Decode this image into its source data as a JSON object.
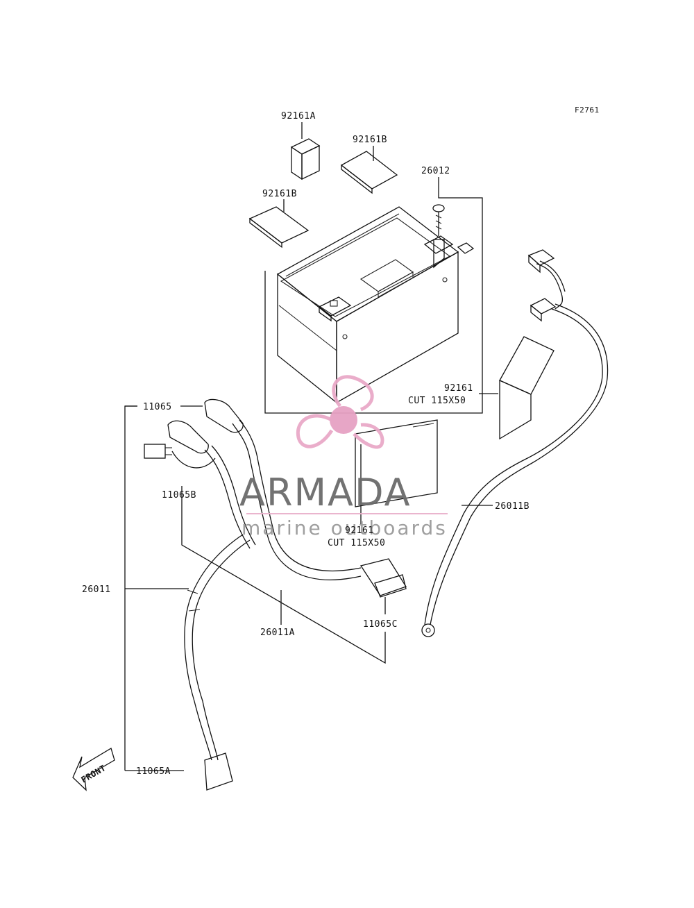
{
  "figure_code": "F2761",
  "labels": {
    "p92161A": "92161A",
    "p92161B_top": "92161B",
    "p92161B_left": "92161B",
    "p26012": "26012",
    "p92161_right": "92161",
    "cut_right": "CUT 115X50",
    "p11065": "11065",
    "p11065B": "11065B",
    "p92161_center": "92161",
    "cut_center": "CUT 115X50",
    "p26011B": "26011B",
    "p26011": "26011",
    "p26011A": "26011A",
    "p11065C": "11065C",
    "p11065A": "11065A"
  },
  "front_arrow_text": "FRONT",
  "watermark": {
    "title": "ARMADA",
    "subtitle": "marine outboards",
    "colors": {
      "title": "#6b6b6b",
      "subtitle": "#9a9a9a",
      "logo_pink": "#e9a9c8",
      "logo_hub": "#e6a2c3",
      "rule": "#e9b2cc"
    }
  }
}
